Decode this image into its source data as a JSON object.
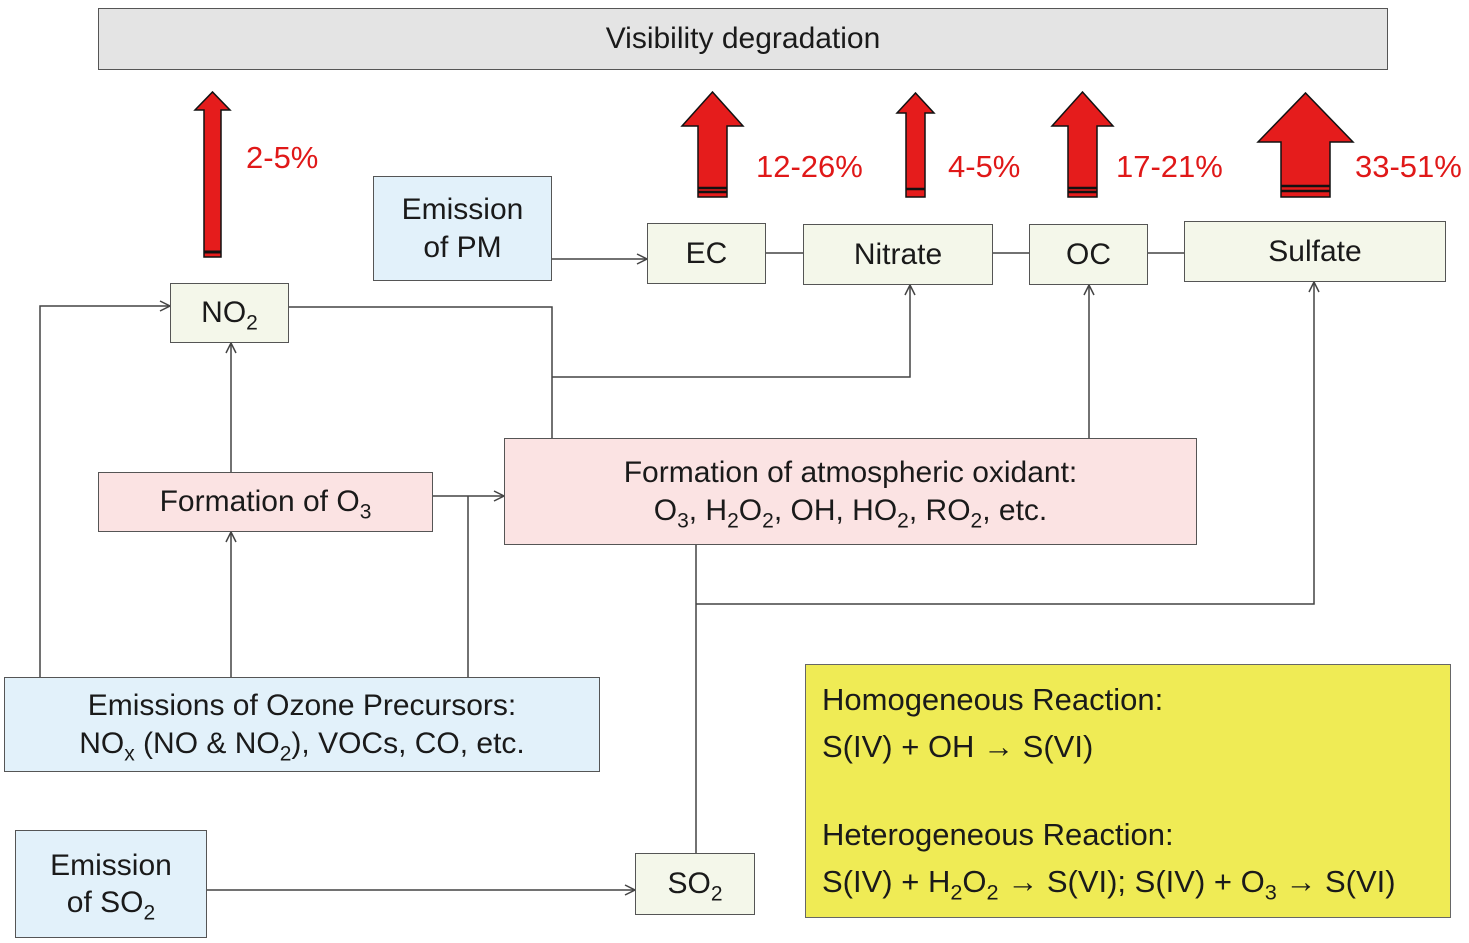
{
  "visibility": "Visibility degradation",
  "contributions": {
    "no2": "2-5%",
    "ec": "12-26%",
    "nitrate": "4-5%",
    "oc": "17-21%",
    "sulfate": "33-51%"
  },
  "nodes": {
    "emission_pm": [
      "Emission",
      "of PM"
    ],
    "ec": "EC",
    "nitrate": "Nitrate",
    "oc": "OC",
    "sulfate": "Sulfate",
    "no2": {
      "main": "NO",
      "sub": "2"
    },
    "formation_o3": {
      "main": "Formation of O",
      "sub": "3"
    },
    "oxidant_title": "Formation of atmospheric oxidant:",
    "oxidant_list": [
      {
        "text": "O",
        "sub": "3"
      },
      {
        "text": ", H",
        "sub": "2"
      },
      {
        "text": "O",
        "sub": "2"
      },
      {
        "text": ", OH, HO",
        "sub": "2"
      },
      {
        "text": ", RO",
        "sub": "2"
      },
      {
        "text": ", etc.",
        "sub": ""
      }
    ],
    "ozone_precursors_title": "Emissions of Ozone Precursors:",
    "ozone_precursors_list": [
      {
        "text": "NO",
        "sub": "x"
      },
      {
        "text": " (NO & NO",
        "sub": "2"
      },
      {
        "text": "), VOCs, CO, etc.",
        "sub": ""
      }
    ],
    "emission_so2": {
      "line1": "Emission",
      "line2": "of SO",
      "sub": "2"
    },
    "so2": {
      "main": "SO",
      "sub": "2"
    }
  },
  "reactions": {
    "homogeneous_title": "Homogeneous Reaction:",
    "homogeneous_eq": "S(IV) + OH → S(VI)",
    "heterogeneous_title": "Heterogeneous Reaction:",
    "heterogeneous_eq": [
      {
        "text": "S(IV) + H",
        "sub": "2"
      },
      {
        "text": "O",
        "sub": "2"
      },
      {
        "text": " → S(VI); S(IV) + O",
        "sub": "3"
      },
      {
        "text": " → S(VI)",
        "sub": ""
      }
    ]
  },
  "colors": {
    "arrow": "#e51c1c",
    "percent_text": "#e01818",
    "reaction_box": "#efeb55"
  }
}
